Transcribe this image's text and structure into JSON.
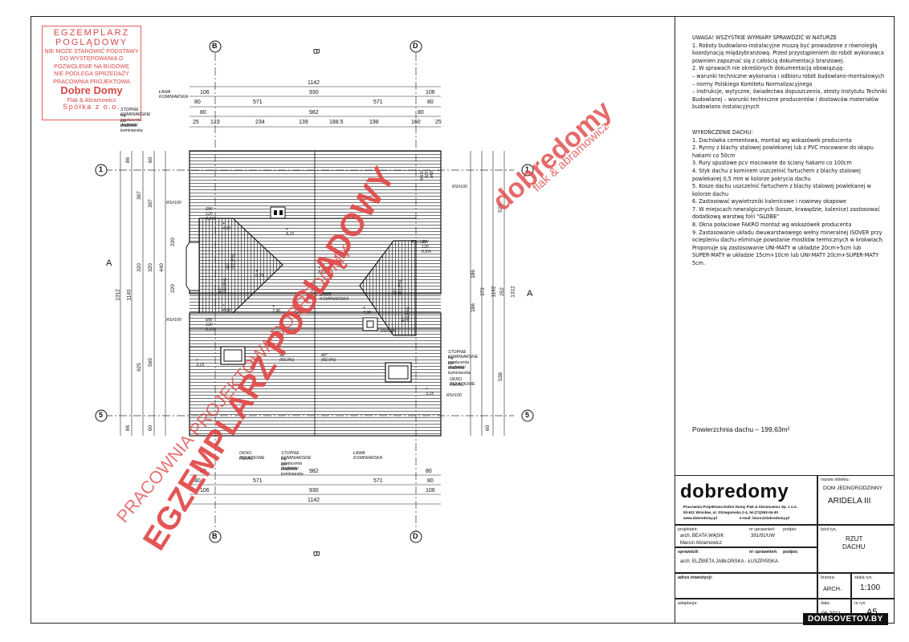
{
  "stamp": {
    "l1": "EGZEMPLARZ",
    "l2": "POGLĄDOWY",
    "l3": "NIE MOŻE STANOWIĆ PODSTAWY",
    "l4": "DO WYSTĘPOWANIA O",
    "l5": "POZWOLENIE NA BUDOWĘ",
    "l6": "NIE PODLEGA SPRZEDAŻY",
    "l7": "PRACOWNIA PROJEKTOWA",
    "l8": "Dobre Domy",
    "l9": "Flak & Abramowicz",
    "l10": "Spółka z o.o."
  },
  "watermarks": {
    "main": "EGZEMPLARZ POGLĄDOWY",
    "studio": "PRACOWNIA PROJEKTOWA DOBREDOMY",
    "brand": "dobredomy",
    "brand_sub": "flak & abramowicz"
  },
  "notes": {
    "general": [
      "UWAGA! WSZYSTKIE WYMIARY SPRAWDZIĆ W NATURZE",
      "1. Roboty budowlano-instalacyjne muszą być prowadzone z równoległą",
      "koordynacją międzybranżową. Przed przystąpieniem do robót wykonawca",
      "powinien zapoznać się z całością dokumentacji branżowej.",
      "2. W sprawach nie określonych dokumentacją obowiązują:",
      "– warunki techniczne wykonania i odbioru robót budowlano-montażowych",
      "– normy Polskiego Komitetu Normalizacyjnego",
      "– instrukcje, wytyczne, świadectwa dopuszczenia, atesty Instytutu Techniki",
      "Budowlanej – warunki techniczne producentów i dostawców materiałów",
      "budowlano instalacyjnych"
    ],
    "roof": [
      "WYKOŃCZENIE DACHU:",
      "1. Dachówka cementowa, montaż wg wskazówek producenta",
      "2. Rynny z blachy stalowej powlekanej lub z PVC mocowane do okapu",
      "hakami co 50cm",
      "3. Rury spustowe pcv mocowane do ściany hakami co 100cm",
      "4. Styk dachu z kominem uszczelnić fartuchem z blachy stalowej",
      "powlekanej 0,5 mm w kolorze pokrycia dachu",
      "5. Kosze dachu uszczelnić fartuchem z blachy stalowej powlekanej w",
      "kolorze dachu",
      "6. Zastosować wywietrzniki kalenicowe i nowiewy okapowe",
      "7. W miejscach newralgicznych (kosze, krawędzie, kalenice) zastosować",
      "dodatkową warstwę folii \"GLOBE\"",
      "8. Okna połaciowe FAKRO montaż wg wskazówek producenta",
      "9. Zastosowanie układu dwuwarstwowego wełny mineralnej ISOVER przy",
      "ociepleniu dachu eliminuje powstanie mostków termicznych w krokwiach.",
      "Proponuje się zastosowanie UNI-MATY w układzie 20cm+5cm lub",
      "SUPER-MATY w układzie 15cm+10cm lub UNI-MATY 20cm+SUPER-MATY",
      "5cm."
    ],
    "area": "Powierzchnia dachu – 199,63m²"
  },
  "plan": {
    "axes": {
      "b": "B",
      "d": "D",
      "one": "1",
      "five": "5",
      "section": "A",
      "section_b": "B"
    },
    "dims_top": {
      "total": "1142",
      "a1": "106",
      "a2": "930",
      "a3": "106",
      "b1": "80",
      "b2": "571",
      "b3": "571",
      "b4": "80",
      "c1": "80",
      "c2": "982",
      "c3": "80",
      "d1": "25",
      "d2": "123",
      "d3": "234",
      "d4": "139",
      "d5": "188.5",
      "d6": "198",
      "d7": "160",
      "d8": "25"
    },
    "dims_bottom": {
      "total": "1142",
      "a1": "106",
      "a2": "930",
      "a3": "106",
      "b1": "80",
      "b2": "571",
      "b3": "571",
      "b4": "80",
      "c1": "80",
      "c2": "982",
      "c3": "80"
    },
    "dims_left": {
      "total": "1312",
      "a": "1140",
      "s1": "86",
      "s2": "60",
      "s3": "367",
      "s4": "307",
      "s5": "220",
      "s6": "440",
      "s7": "220",
      "s8": "320",
      "s9": "320",
      "s10": "565",
      "s11": "625",
      "s12": "60",
      "s13": "86"
    },
    "dims_right": {
      "total": "1312",
      "a": "1192",
      "s1": "522",
      "s2": "186",
      "s3": "372",
      "s4": "252",
      "s5": "186",
      "s6": "538",
      "s7": "60"
    },
    "labels": {
      "lawa_top": "ŁAWA KOMINIARSKA",
      "stopnie_top": "STOPNIE KOMINIARSKIE",
      "stopnie_sub": "wg producenta dachówki",
      "stopnie_sub2": "lub drabinka kominiarska",
      "rs1": "RS#100",
      "rs2": "RS#100",
      "rs3": "RS#100",
      "rs4": "RS#100",
      "rs5": "RS#100",
      "rs6": "RS#100",
      "rw1": "RW 120  0,5%",
      "rw2": "RW 120  0,5%",
      "rw3": "RW 120  0,5%",
      "rw4": "RW 120  0,5%",
      "e1": "+ 4,69",
      "e2": "+ 8,15",
      "e3": "+ 6,79",
      "e4": "+ 8,01",
      "e5": "+ 4,69",
      "e6": "+ 7,90",
      "e7": "+ 7,30",
      "e8": "+ 3,15",
      "e9": "+ 3,15",
      "slope1": "40°(83,9%)",
      "slope2": "40°(83,9%)",
      "slope3": "40°(83,9%)",
      "slope4": "40°(83,9%)",
      "slope5": "40°(83,9%)",
      "slope6": "40°(83,9%)",
      "lawa_mid": "ŁAWA KOMINIARSKA",
      "stopnie_r": "STOPNIE KOMINIARSKIE",
      "okno_r": "OKNO POŁACIOWE",
      "fakro_r": "FAKRO",
      "okno_b": "OKNO POŁACIOWE",
      "fakro_b": "FAKRO",
      "stopnie_b": "STOPNIE KOMINIARSKIE",
      "lawa_b": "ŁAWA KOMINIARSKA"
    }
  },
  "titleblock": {
    "logo": "dobredomy",
    "company": "Pracownia Projektowa Dobre Domy Flak & Abramowicz Sp. z o.o.",
    "address": "53-611 Wrocław, ul. Strzegomska 2-4, tel.(71)363-04-40",
    "web": "www.dobredomy.pl",
    "email": "e-mail: biuro@dobredomy.pl",
    "name_lbl": "nazwa obiektu:",
    "name_val": "DOM JEDNORODZINNY",
    "name_val2": "ARIDELA III",
    "proj_lbl": "projektant:",
    "proj1": "arch. BEATA WĄSIK",
    "proj2": "Marcin Abramowicz",
    "upr_lbl": "nr uprawnień:",
    "upr_val": "391/91/UW",
    "podpis_lbl": "podpis:",
    "spr_lbl": "sprawdził:",
    "spr_val": "arch. ELŻBIETA JABŁOŃSKA - ŁUSZPIŃSKA",
    "upr2_lbl": "nr uprawnień:",
    "podpis2_lbl": "podpis:",
    "title_lbl": "tytuł rys.",
    "title_val": "RZUT",
    "title_val2": "DACHU",
    "branch_lbl": "branża:",
    "branch_val": "ARCH.",
    "scale_lbl": "skala rys.",
    "scale_val": "1:100",
    "date_lbl": "data:",
    "date_val": "06.2011",
    "nr_lbl": "nr rys.",
    "nr_val": "A5",
    "inw_lbl": "adres inwestycji:",
    "adapt_lbl": "adaptacja:"
  },
  "site": "DOMSOVETOV.BY"
}
